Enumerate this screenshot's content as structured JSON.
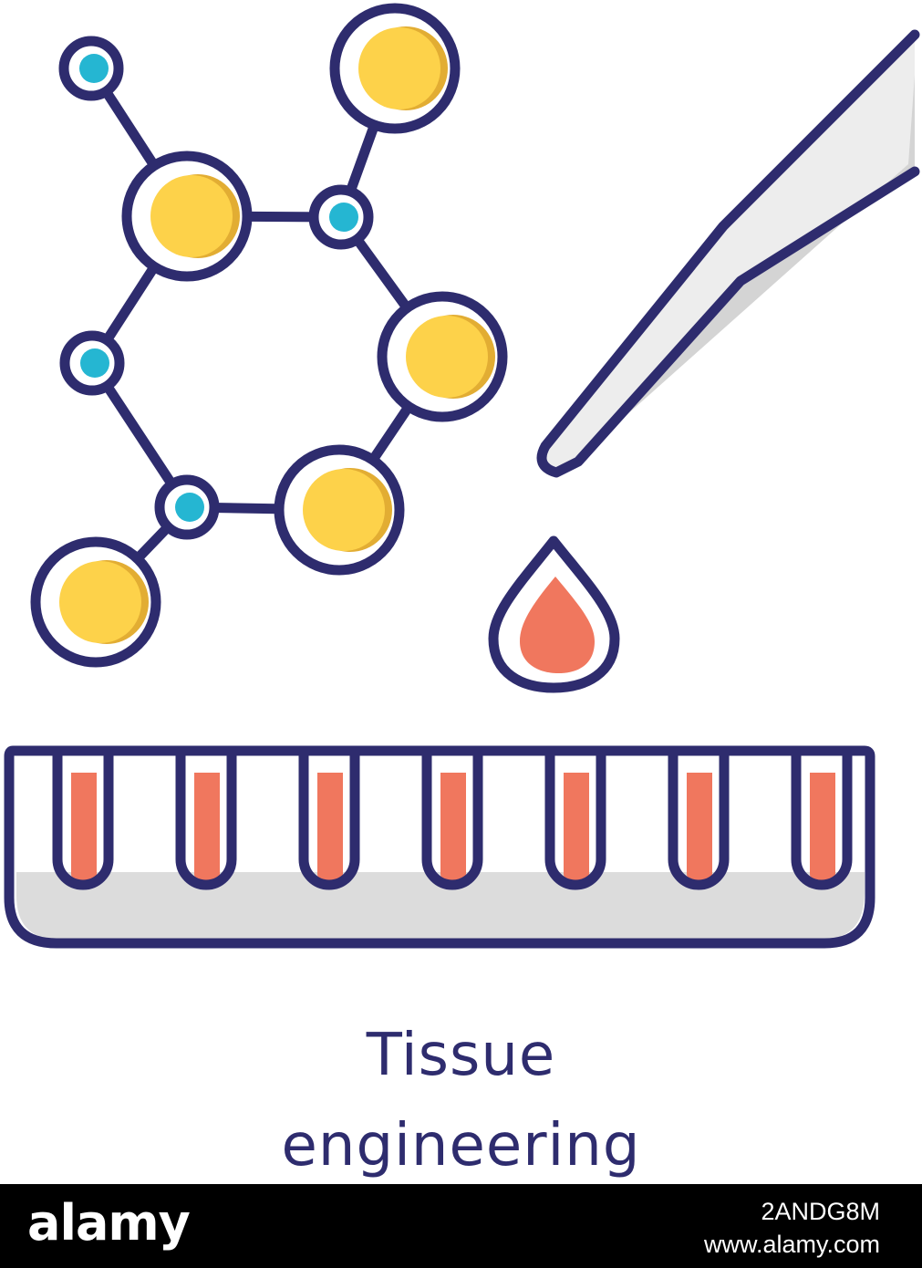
{
  "caption": {
    "line1": "Tissue",
    "line2": "engineering"
  },
  "watermark": {
    "logo_text": "alamy",
    "image_id": "2ANDG8M",
    "site_url": "www.alamy.com"
  },
  "colors": {
    "outline": "#2e2c6e",
    "atom_yellow": "#fdd24a",
    "atom_yellow_shade": "#e2ad33",
    "atom_blue": "#25b6d2",
    "liquid_red": "#f0775e",
    "pipette_light": "#ededed",
    "pipette_shade": "#d4d4d4",
    "tray_shadow": "#dcdcdc",
    "caption": "#2e2c6e",
    "watermark_bar": "#000000"
  },
  "icons": [
    "molecule-icon",
    "pipette-icon",
    "drop-icon",
    "test-tube-rack-icon"
  ],
  "test_tube_count": 7
}
